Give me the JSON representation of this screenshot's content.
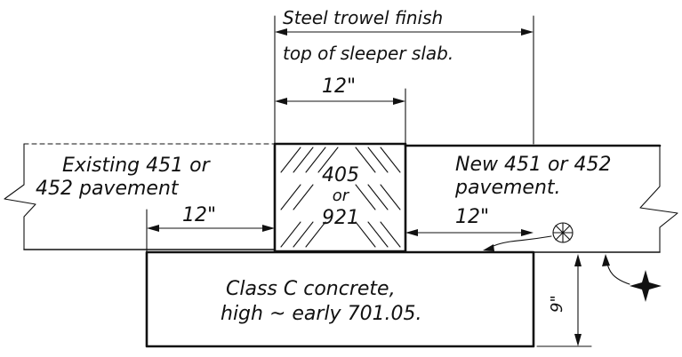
{
  "labels": {
    "trowel_line1": "Steel trowel finish",
    "trowel_line2": "top of sleeper slab.",
    "dim_top": "12\"",
    "existing_line1": "Existing 451 or",
    "existing_line2": "452 pavement",
    "dim_left": "12\"",
    "new_line1": "New 451 or 452",
    "new_line2": "pavement.",
    "dim_right": "12\"",
    "joint_line1": "405",
    "joint_line2": "or",
    "joint_line3": "921",
    "slab_line1": "Class C concrete,",
    "slab_line2": "high ~ early 701.05.",
    "dim_depth": "9\""
  }
}
